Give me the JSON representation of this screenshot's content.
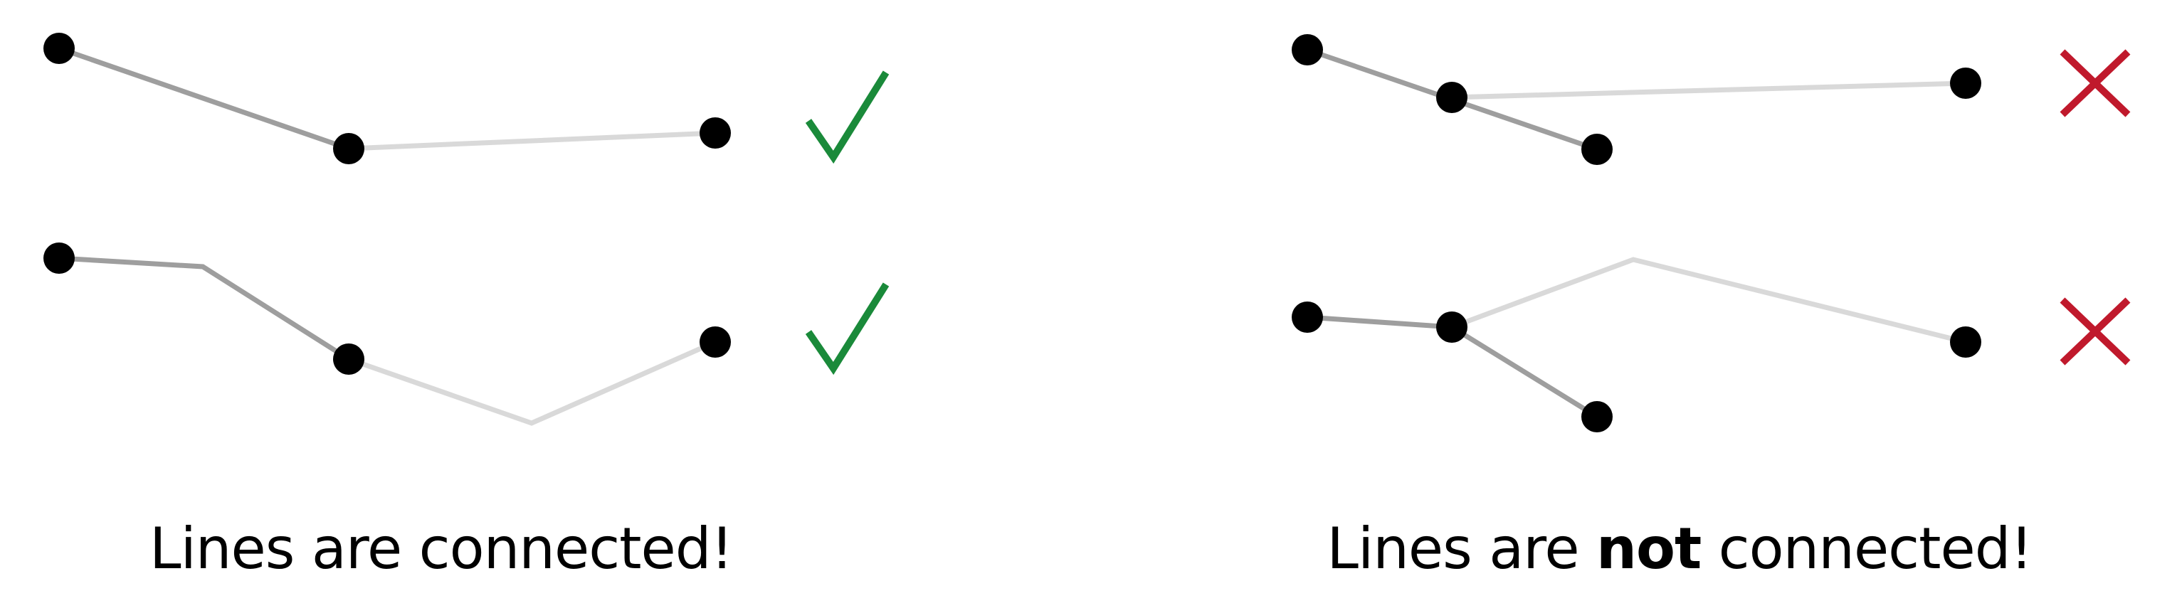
{
  "panels": {
    "connected": {
      "caption": "Lines are connected!",
      "status_icon": "check-icon",
      "status_color": "#1a8a3a"
    },
    "not_connected": {
      "caption_before": "Lines are ",
      "caption_emphasis": "not",
      "caption_after": " connected!",
      "status_icon": "cross-icon",
      "status_color": "#c0192c"
    }
  },
  "colors": {
    "point": "#000000",
    "line_dark": "#9e9e9e",
    "line_light": "#d9d9d9"
  }
}
